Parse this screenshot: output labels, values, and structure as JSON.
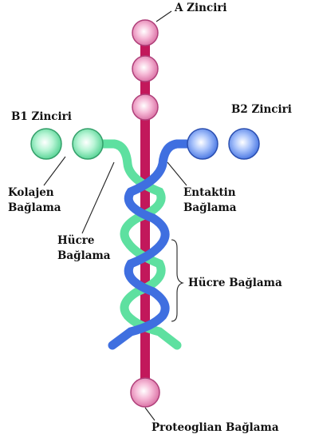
{
  "labels": {
    "a_chain": "A Zinciri",
    "b1_chain": "B1 Zinciri",
    "b2_chain": "B2 Zinciri",
    "collagen_binding_line1": "Kolajen",
    "collagen_binding_line2": "Bağlama",
    "entactin_binding_line1": "Entaktin",
    "entactin_binding_line2": "Bağlama",
    "cell_binding_left_line1": "Hücre",
    "cell_binding_left_line2": "Bağlama",
    "cell_binding_right": "Hücre Bağlama",
    "proteoglycan_binding": "Proteoglian Bağlama"
  },
  "colors": {
    "a_chain": "#c2185b",
    "a_chain_globule": "#f6bcd8",
    "b1_chain": "#5ee0a0",
    "b1_chain_globule": "#b9f5d6",
    "b2_chain": "#3f6fe0",
    "b2_chain_globule": "#a9c3fb"
  }
}
